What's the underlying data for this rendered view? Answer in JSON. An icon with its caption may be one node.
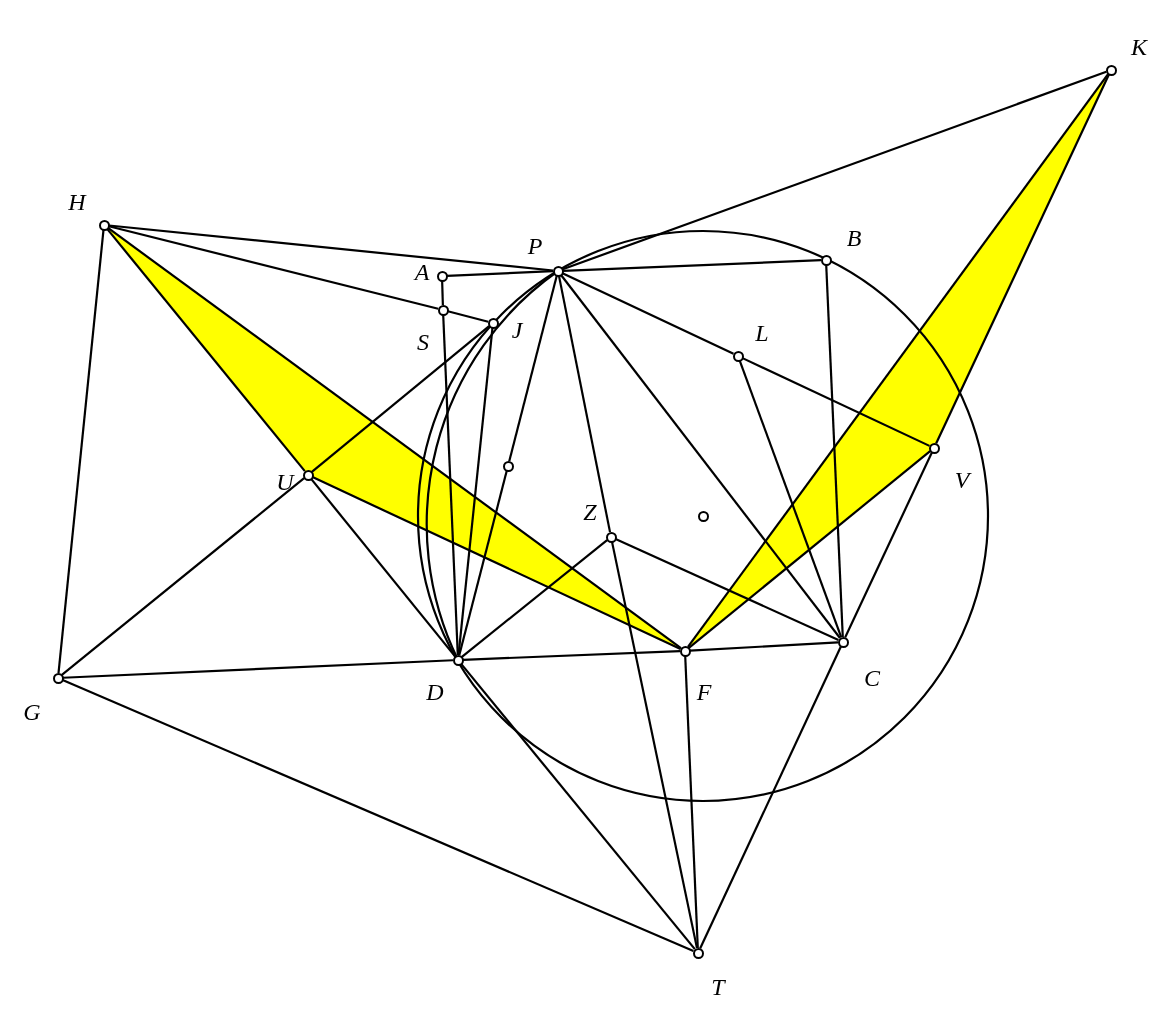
{
  "diagram": {
    "nodes": [
      {
        "text": [
          "H"
        ]
      },
      {
        "text": [
          "A"
        ]
      },
      {
        "text": [
          "P"
        ]
      },
      {
        "text": [
          "B"
        ]
      },
      {
        "text": [
          "K"
        ]
      },
      {
        "text": [
          "S"
        ]
      },
      {
        "text": [
          "J"
        ]
      },
      {
        "text": [
          "L"
        ]
      },
      {
        "text": [
          "U"
        ]
      },
      {
        "text": [
          "V"
        ]
      },
      {
        "text": [
          "Z"
        ]
      },
      {
        "text": [],
        "shape": "circle"
      },
      {
        "text": [],
        "shape": "circle"
      },
      {
        "text": [
          "D"
        ]
      },
      {
        "text": [
          "F"
        ]
      },
      {
        "text": [
          "C"
        ]
      },
      {
        "text": [
          "G"
        ]
      },
      {
        "text": [
          "T"
        ]
      }
    ],
    "edges": [
      {
        "from": 0,
        "to": 2,
        "arrow": "none"
      },
      {
        "from": 0,
        "to": 5,
        "arrow": "none"
      },
      {
        "from": 5,
        "to": 6,
        "arrow": "none"
      },
      {
        "from": 0,
        "to": 16,
        "arrow": "none"
      },
      {
        "from": 0,
        "to": 8,
        "arrow": "none"
      },
      {
        "from": 0,
        "to": 14,
        "arrow": "none"
      },
      {
        "from": 1,
        "to": 2,
        "arrow": "none"
      },
      {
        "from": 1,
        "to": 5,
        "arrow": "none"
      },
      {
        "from": 2,
        "to": 3,
        "arrow": "none"
      },
      {
        "from": 2,
        "to": 4,
        "arrow": "none"
      },
      {
        "from": 2,
        "to": 7,
        "arrow": "none"
      },
      {
        "from": 7,
        "to": 9,
        "arrow": "none"
      },
      {
        "from": 2,
        "to": 15,
        "arrow": "none"
      },
      {
        "from": 2,
        "to": 10,
        "arrow": "none"
      },
      {
        "from": 10,
        "to": 17,
        "arrow": "none"
      },
      {
        "from": 2,
        "to": 12,
        "arrow": "none"
      },
      {
        "from": 12,
        "to": 13,
        "arrow": "none"
      },
      {
        "from": 3,
        "to": 15,
        "arrow": "none"
      },
      {
        "from": 4,
        "to": 14,
        "arrow": "none"
      },
      {
        "from": 4,
        "to": 9,
        "arrow": "none"
      },
      {
        "from": 5,
        "to": 13,
        "arrow": "none"
      },
      {
        "from": 6,
        "to": 13,
        "arrow": "none"
      },
      {
        "from": 16,
        "to": 8,
        "arrow": "none"
      },
      {
        "from": 8,
        "to": 6,
        "arrow": "none"
      },
      {
        "from": 8,
        "to": 14,
        "arrow": "none"
      },
      {
        "from": 8,
        "to": 13,
        "arrow": "none"
      },
      {
        "from": 7,
        "to": 15,
        "arrow": "none"
      },
      {
        "from": 9,
        "to": 14,
        "arrow": "none"
      },
      {
        "from": 9,
        "to": 15,
        "arrow": "none"
      },
      {
        "from": 10,
        "to": 13,
        "arrow": "none"
      },
      {
        "from": 10,
        "to": 15,
        "arrow": "none"
      },
      {
        "from": 16,
        "to": 13,
        "arrow": "none"
      },
      {
        "from": 13,
        "to": 14,
        "arrow": "none"
      },
      {
        "from": 14,
        "to": 15,
        "arrow": "none"
      },
      {
        "from": 16,
        "to": 17,
        "arrow": "none"
      },
      {
        "from": 13,
        "to": 17,
        "arrow": "none"
      },
      {
        "from": 14,
        "to": 17,
        "arrow": "none"
      },
      {
        "from": 15,
        "to": 17,
        "arrow": "none"
      },
      {
        "from": 13,
        "to": 2,
        "arrow": "none"
      }
    ]
  }
}
